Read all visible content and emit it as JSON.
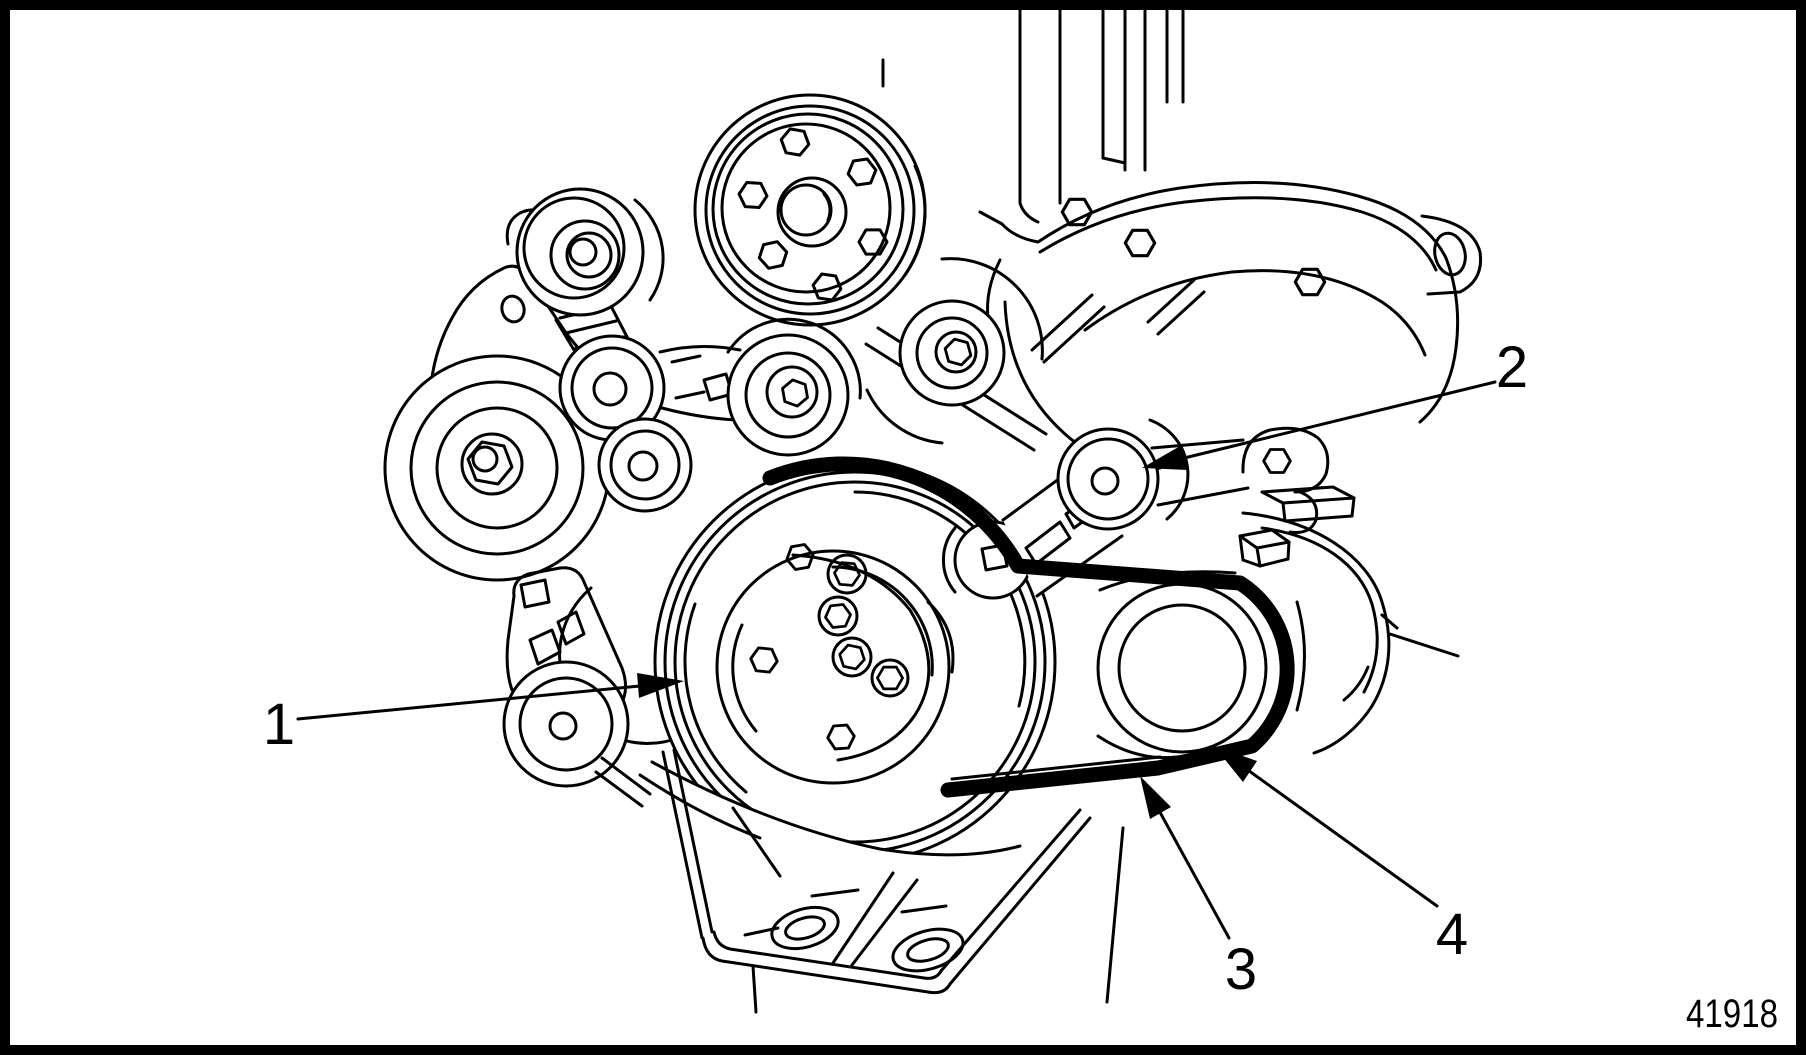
{
  "figure": {
    "figure_number": "41918",
    "callouts": [
      {
        "label": "1"
      },
      {
        "label": "2"
      },
      {
        "label": "3"
      },
      {
        "label": "4"
      }
    ],
    "colors": {
      "line": "#000000",
      "background": "#ffffff"
    }
  }
}
